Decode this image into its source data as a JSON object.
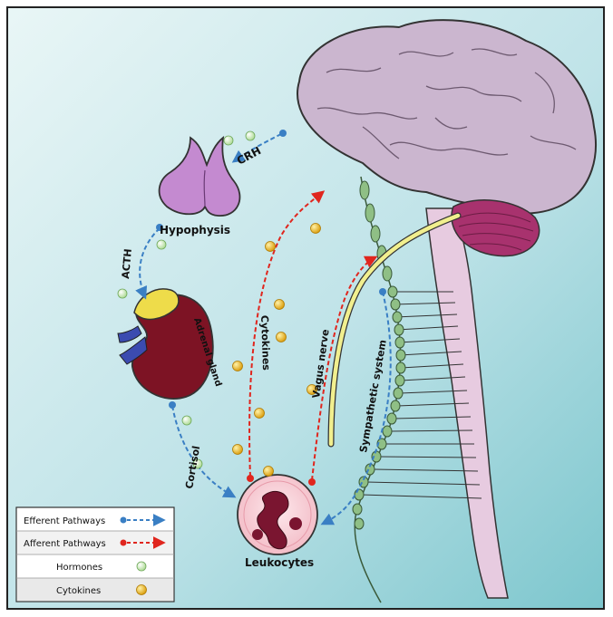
{
  "labels": {
    "crh": "CRH",
    "hypophysis": "Hypophysis",
    "acth": "ACTH",
    "adrenal_gland": "Adrenal gland",
    "cortisol": "Cortisol",
    "cytokines_path": "Cytokines",
    "vagus_nerve": "Vagus nerve",
    "sympathetic_system": "Sympathetic system",
    "leukocytes": "Leukocytes"
  },
  "legend": {
    "efferent": "Efferent Pathways",
    "afferent": "Afferent Pathways",
    "hormones": "Hormones",
    "cytokines": "Cytokines"
  },
  "colors": {
    "efferent": "#3a7fc4",
    "afferent": "#e0261e",
    "hormone": "#c8ecb4",
    "cytokine": "#f2b51a",
    "brain": "#cbb6cf",
    "cerebellum": "#a8326e",
    "gland": "#c48ad0",
    "kidney": "#7d1324",
    "adrenal": "#eedc4a",
    "nerve": "#7fa876",
    "vagus": "#f1ef8e",
    "background": "#bfe3e8"
  }
}
